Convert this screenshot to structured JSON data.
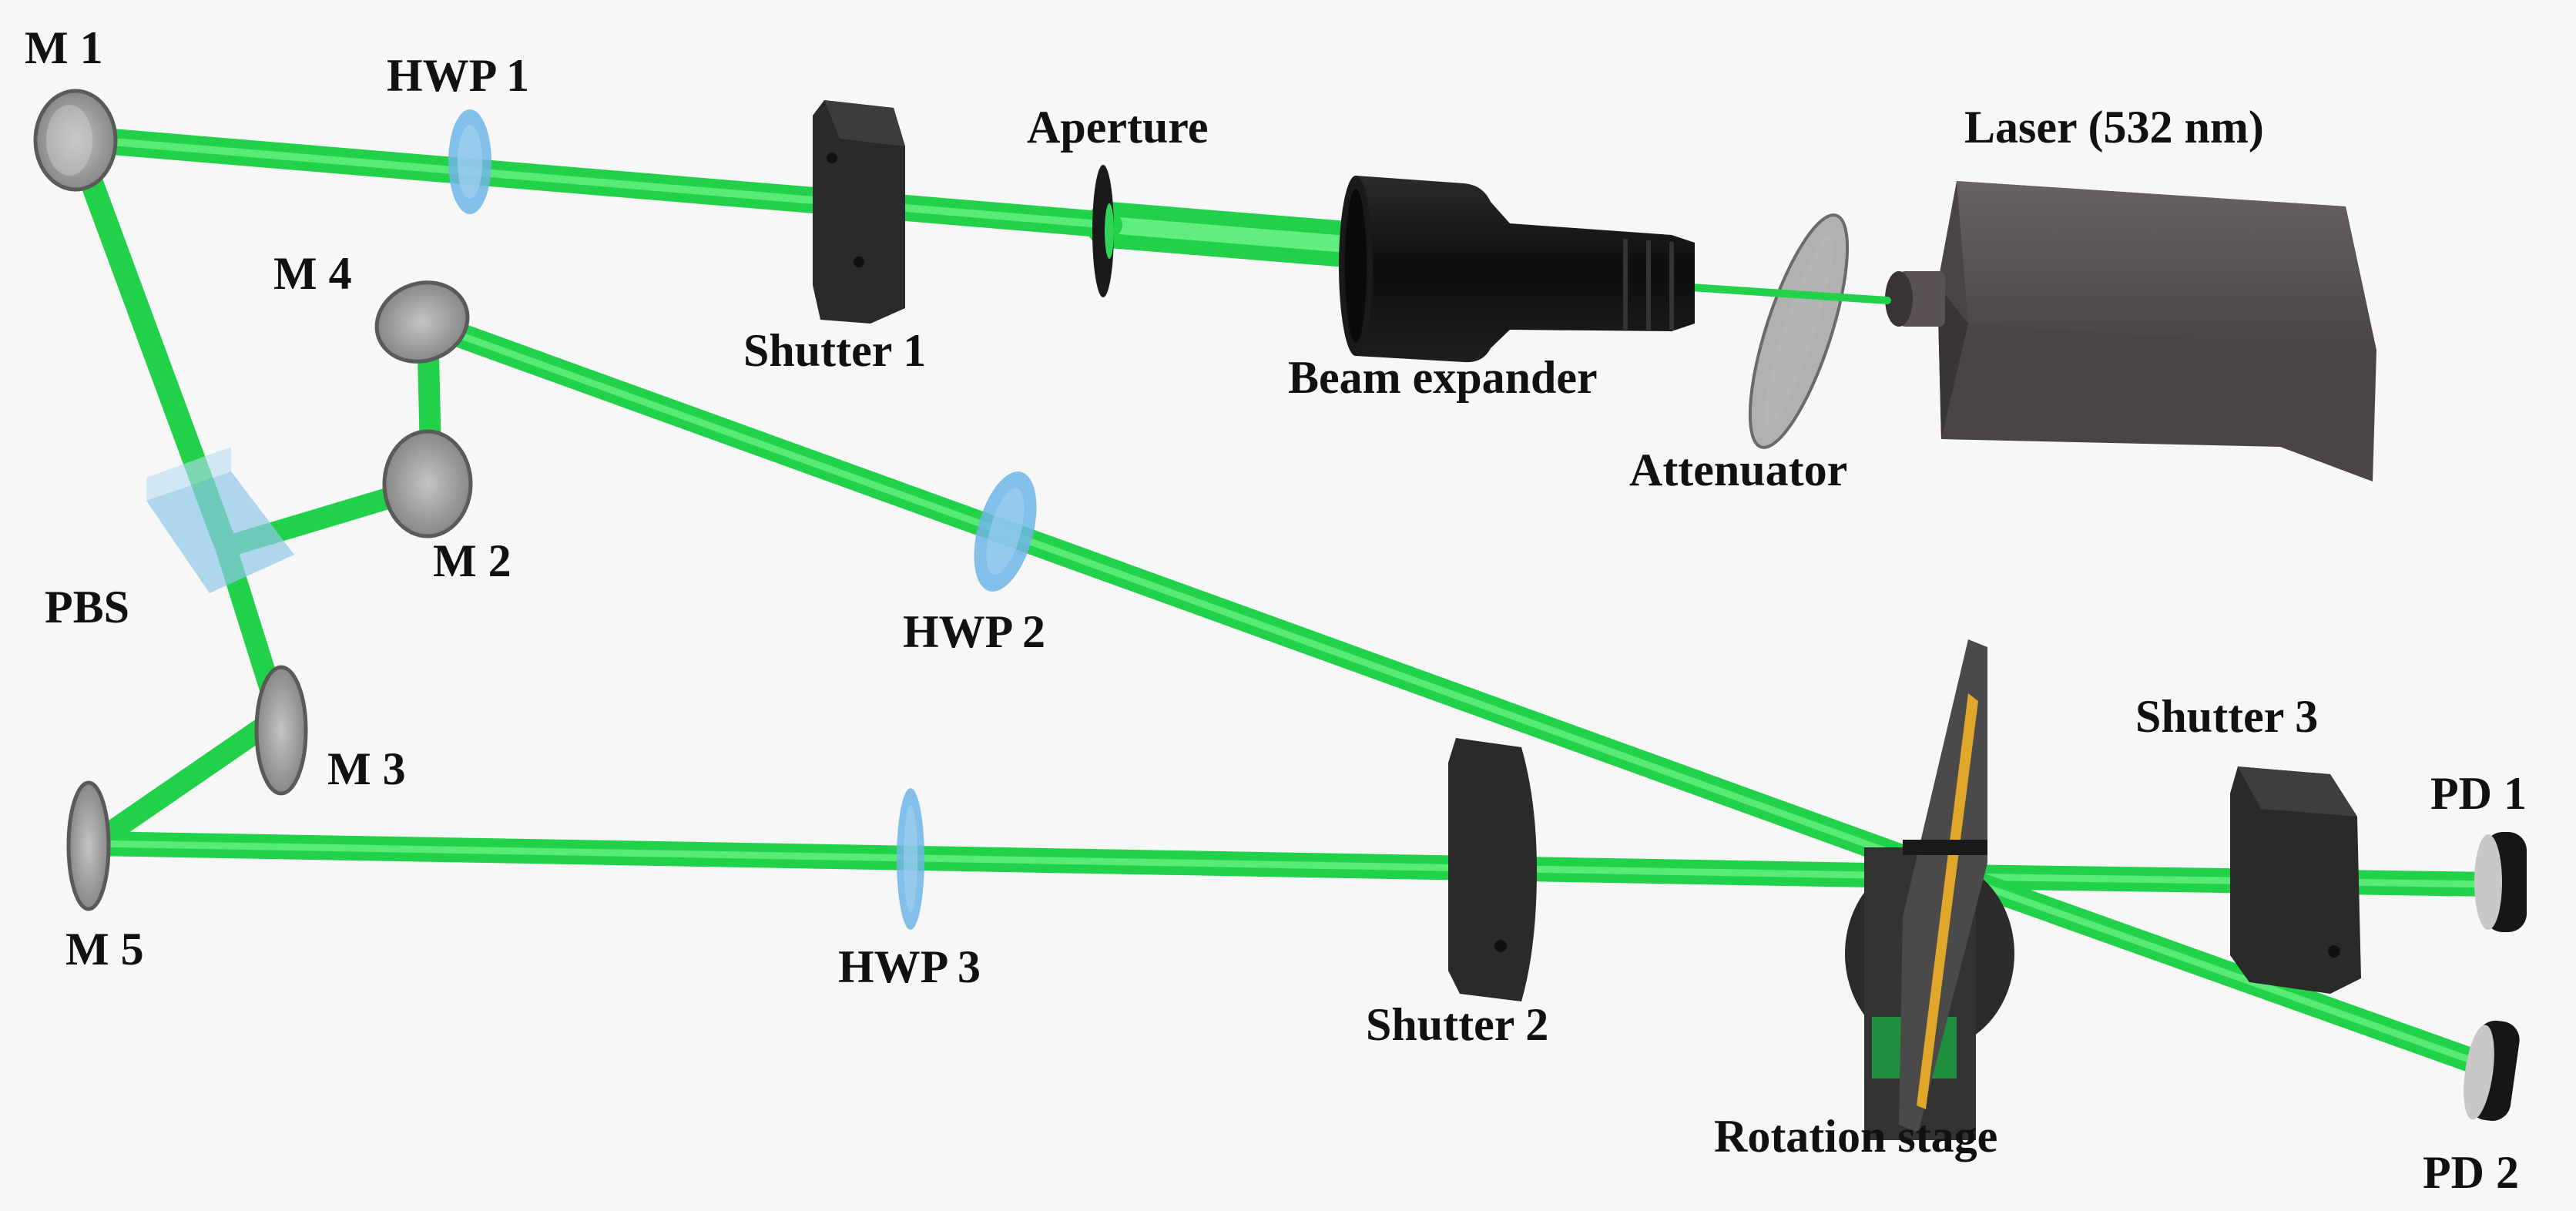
{
  "colors": {
    "background": "#f7f7f7",
    "beam": "#22d14a",
    "beam_core": "#7dfb95",
    "mirror": "#9a9a9a",
    "waveplate": "#6fb6e6",
    "pbs": "#8fc8e8",
    "shutter": "#2a2a2a",
    "laser_body": "#4a4444",
    "expander": "#111111",
    "sample": "#e0a72a"
  },
  "labels": {
    "m1": "M 1",
    "m2": "M 2",
    "m3": "M 3",
    "m4": "M 4",
    "m5": "M 5",
    "hwp1": "HWP 1",
    "hwp2": "HWP 2",
    "hwp3": "HWP 3",
    "pbs": "PBS",
    "shutter1": "Shutter 1",
    "shutter2": "Shutter 2",
    "shutter3": "Shutter 3",
    "aperture": "Aperture",
    "beam_expander": "Beam expander",
    "attenuator": "Attenuator",
    "laser": "Laser (532 nm)",
    "rotation_stage": "Rotation stage",
    "pd1": "PD 1",
    "pd2": "PD 2"
  }
}
